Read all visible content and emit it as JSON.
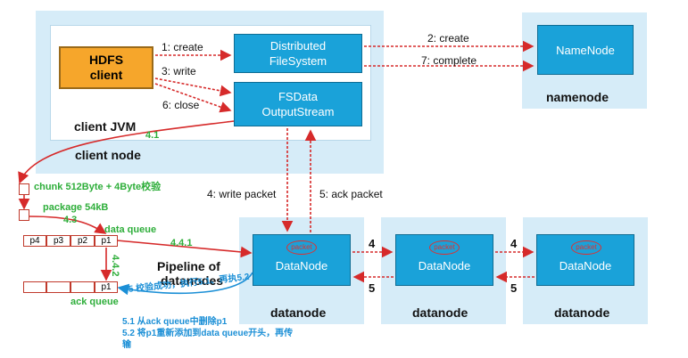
{
  "client_node": {
    "hdfs_client": [
      "HDFS",
      "client"
    ],
    "distributed_fs": [
      "Distributed",
      "FileSystem"
    ],
    "fsdata_output": [
      "FSData",
      "OutputStream"
    ],
    "jvm_label": "client JVM",
    "node_label": "client node"
  },
  "namenode": {
    "box": "NameNode",
    "label": "namenode"
  },
  "arrows": {
    "create": "1: create",
    "write": "3: write",
    "close": "6: close",
    "create2": "2: create",
    "complete": "7: complete",
    "write_packet": "4: write packet",
    "ack_packet": "5: ack packet",
    "four_a": "4",
    "four_b": "4",
    "five_a": "5",
    "five_b": "5"
  },
  "datanodes": [
    {
      "box": "DataNode",
      "label": "datanode",
      "tag": "packet"
    },
    {
      "box": "DataNode",
      "label": "datanode",
      "tag": "packet"
    },
    {
      "box": "DataNode",
      "label": "datanode",
      "tag": "packet"
    }
  ],
  "pipeline_label": [
    "Pipeline of",
    "datanodes"
  ],
  "annotations": {
    "n41": "4.1",
    "chunk": "chunk 512Byte + 4Byte校验",
    "package": "package 54kB",
    "n43": "4.3",
    "data_queue": "data queue",
    "n441": "4.4.1",
    "n442": "4.4.2",
    "ack_queue": "ack queue",
    "ack_note": "5 校验成功，执行5.1、再执5.2",
    "step51": "5.1 从ack queue中删除p1",
    "step52": "5.2 将p1重新添加到data queue开头，再传",
    "step52b": "输"
  },
  "data_queue_cells": [
    "p4",
    "p3",
    "p2",
    "p1"
  ],
  "ack_queue_cells": [
    "",
    "",
    "",
    "p1"
  ],
  "colors": {
    "panel": "#d6ecf8",
    "box_blue": "#1aa2d9",
    "client_orange": "#f6a62b",
    "arrow_red": "#d62a2a",
    "note_green": "#2eae3a",
    "note_cyan": "#1b8fd6"
  }
}
